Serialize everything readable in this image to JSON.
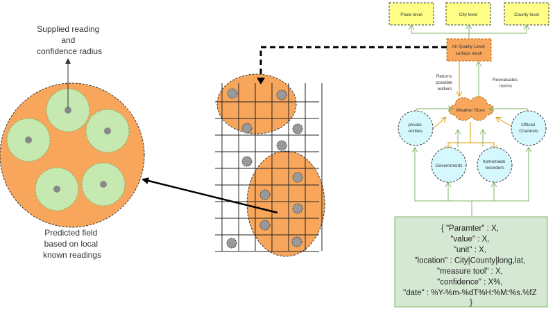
{
  "left": {
    "reading_label_line1": "Supplied reading",
    "reading_label_line2": "and",
    "reading_label_line3": "confidence radius",
    "field_label_line1": "Predicted field",
    "field_label_line2": "based on local",
    "field_label_line3": "known readings"
  },
  "levels": {
    "place": "Place level",
    "city": "City level",
    "county": "County level"
  },
  "mesh": {
    "line1": "Air Quality Level",
    "line2": "surface mesh"
  },
  "arrows": {
    "returns_line1": "Returns",
    "returns_line2": "possible",
    "returns_line3": "outliers",
    "reeval_line1": "Reevaluates",
    "reeval_line2": "norms"
  },
  "store": "Weather Store",
  "nodes": {
    "private_line1": "private",
    "private_line2": "entities",
    "official_line1": "Official",
    "official_line2": "Channels",
    "governments": "Governments",
    "homemade_line1": "homemade",
    "homemade_line2": "recorders"
  },
  "schema": {
    "lines": [
      "{ \"Paramter\" : X,",
      "\"value\" : X,",
      "\"unit\" : X,",
      "\"location\" : City|County|long,lat,",
      "\"measure tool\" : X,",
      "\"confidence\" : X%,",
      "\"date\" : %Y-%m-%dT%H:%M:%s.%fZ",
      "}"
    ]
  },
  "colors": {
    "orange": "#f8a65b",
    "green_fill": "#c6e8b1",
    "green_stroke": "#82b366",
    "cyan": "#d5f8ff",
    "yellow": "#ffff88",
    "dot": "#999999"
  }
}
